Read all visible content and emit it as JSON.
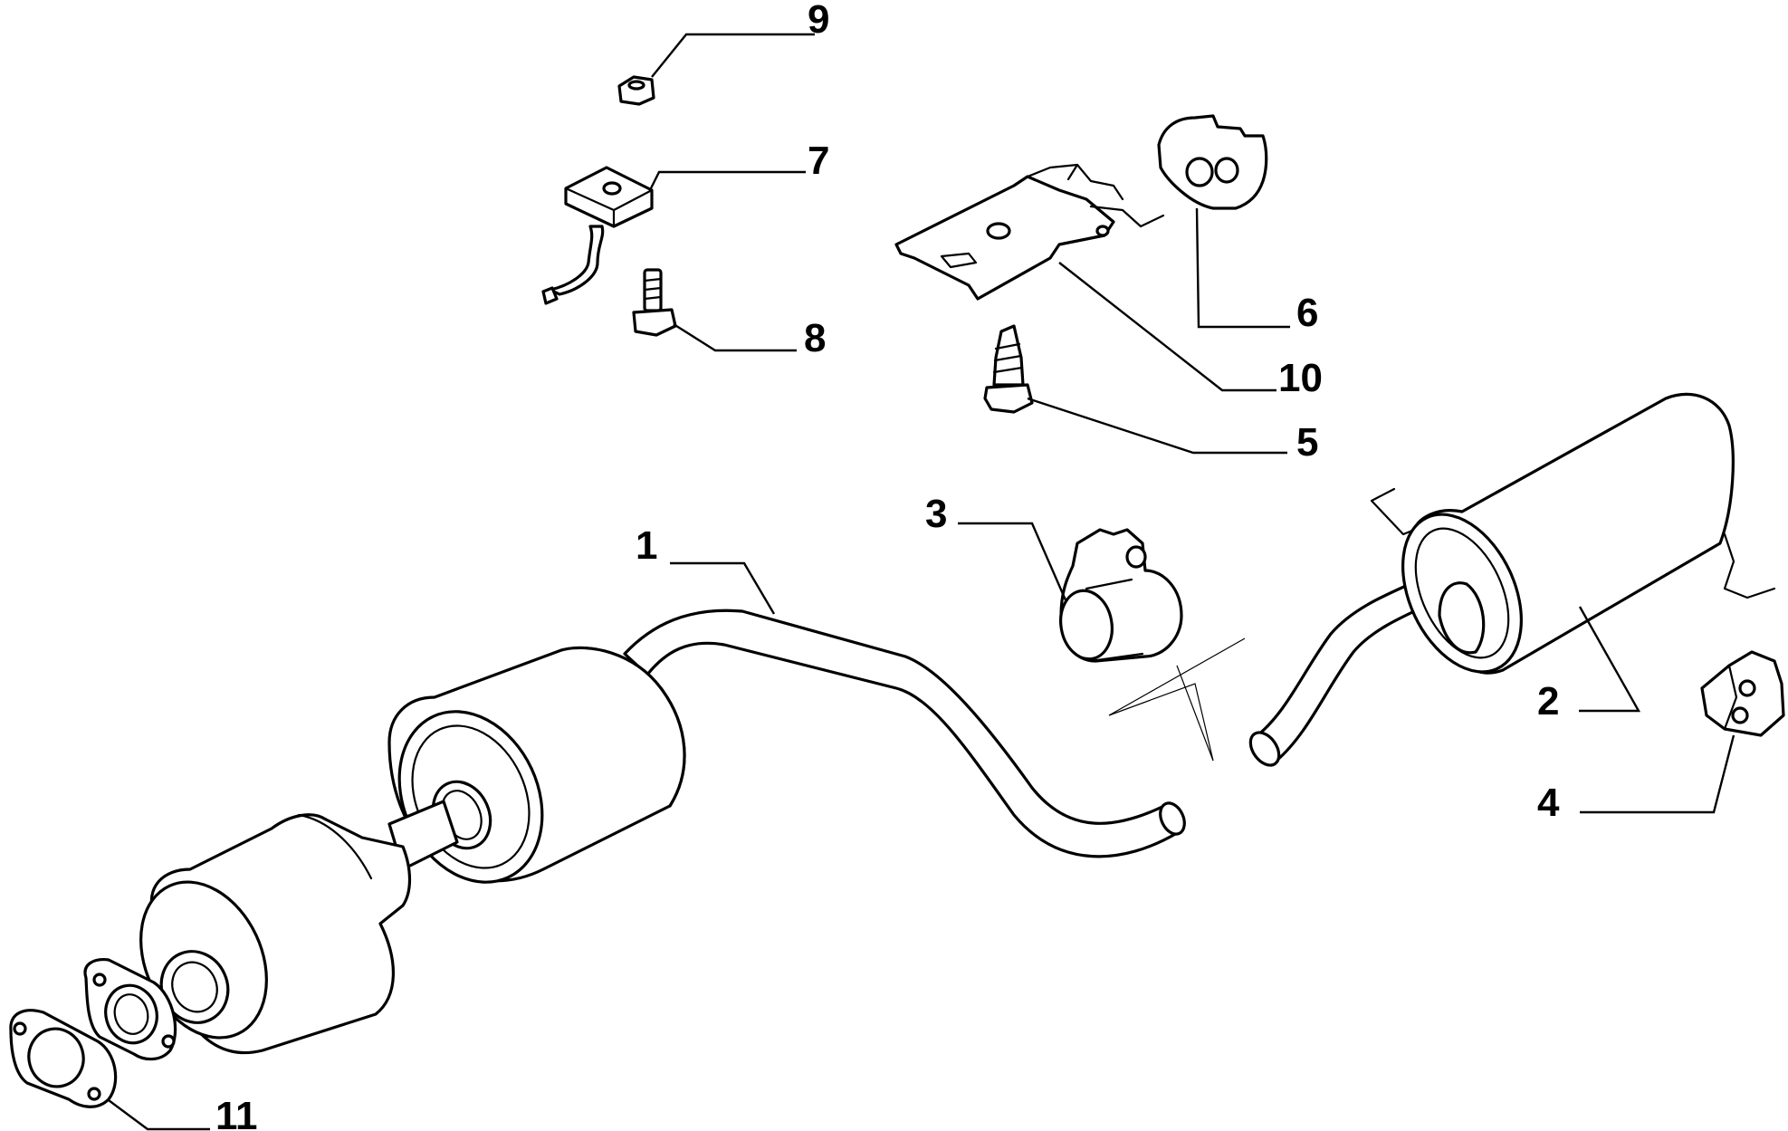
{
  "diagram": {
    "colors": {
      "line": "#000000",
      "background": "#ffffff"
    },
    "callouts": [
      {
        "id": "1",
        "label": "1",
        "part": "front-pipe-with-silencer"
      },
      {
        "id": "2",
        "label": "2",
        "part": "rear-silencer"
      },
      {
        "id": "3",
        "label": "3",
        "part": "pipe-clamp"
      },
      {
        "id": "4",
        "label": "4",
        "part": "rubber-hanger"
      },
      {
        "id": "5",
        "label": "5",
        "part": "screw"
      },
      {
        "id": "6",
        "label": "6",
        "part": "rubber-mount"
      },
      {
        "id": "7",
        "label": "7",
        "part": "bracket"
      },
      {
        "id": "8",
        "label": "8",
        "part": "bolt"
      },
      {
        "id": "9",
        "label": "9",
        "part": "nut"
      },
      {
        "id": "10",
        "label": "10",
        "part": "heat-shield-bracket"
      },
      {
        "id": "11",
        "label": "11",
        "part": "gasket"
      }
    ]
  }
}
